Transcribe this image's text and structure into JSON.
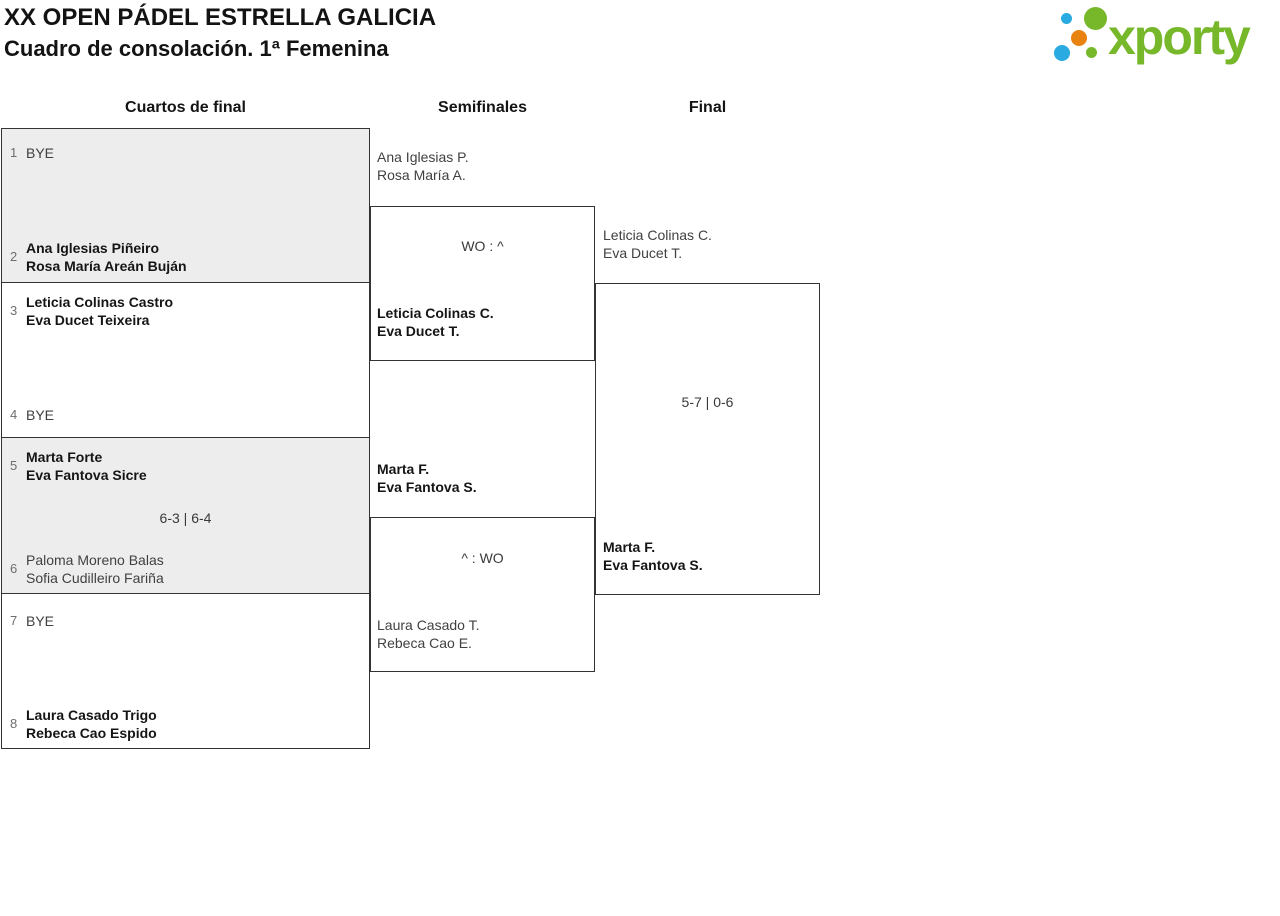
{
  "header": {
    "title": "XX OPEN PÁDEL ESTRELLA GALICIA",
    "subtitle": "Cuadro de consolación. 1ª Femenina"
  },
  "logo": {
    "text": "xporty"
  },
  "columns": {
    "quarterfinals": "Cuartos de final",
    "semifinals": "Semifinales",
    "final": "Final"
  },
  "bracket": {
    "quarterfinals": [
      {
        "top_seed": "1",
        "top_lines": [
          "BYE"
        ],
        "bottom_seed": "2",
        "bottom_lines": [
          "Ana Iglesias Piñeiro",
          "Rosa María Areán Buján"
        ],
        "winner": "bottom"
      },
      {
        "top_seed": "3",
        "top_lines": [
          "Leticia Colinas Castro",
          "Eva Ducet Teixeira"
        ],
        "bottom_seed": "4",
        "bottom_lines": [
          "BYE"
        ],
        "winner": "top"
      },
      {
        "top_seed": "5",
        "top_lines": [
          "Marta Forte",
          "Eva Fantova Sicre"
        ],
        "bottom_seed": "6",
        "bottom_lines": [
          "Paloma Moreno Balas",
          "Sofia Cudilleiro Fariña"
        ],
        "score": "6-3 | 6-4",
        "winner": "top"
      },
      {
        "top_seed": "7",
        "top_lines": [
          "BYE"
        ],
        "bottom_seed": "8",
        "bottom_lines": [
          "Laura Casado Trigo",
          "Rebeca Cao Espido"
        ],
        "winner": "bottom"
      }
    ],
    "semifinals": [
      {
        "top_lines": [
          "Ana Iglesias P.",
          "Rosa María A."
        ],
        "bottom_lines": [
          "Leticia Colinas C.",
          "Eva Ducet T."
        ],
        "score": "WO : ^",
        "winner": "bottom"
      },
      {
        "top_lines": [
          "Marta F.",
          "Eva Fantova S."
        ],
        "bottom_lines": [
          "Laura Casado T.",
          "Rebeca Cao E."
        ],
        "score": "^ : WO",
        "winner": "top"
      }
    ],
    "final": {
      "top_lines": [
        "Leticia Colinas C.",
        "Eva Ducet T."
      ],
      "bottom_lines": [
        "Marta F.",
        "Eva Fantova S."
      ],
      "score": "5-7 | 0-6",
      "winner": "bottom"
    }
  },
  "colors": {
    "brand_green": "#76b82a",
    "brand_blue": "#29aae1",
    "brand_orange": "#e88210",
    "box_shade": "#ededed",
    "line": "#333333"
  }
}
